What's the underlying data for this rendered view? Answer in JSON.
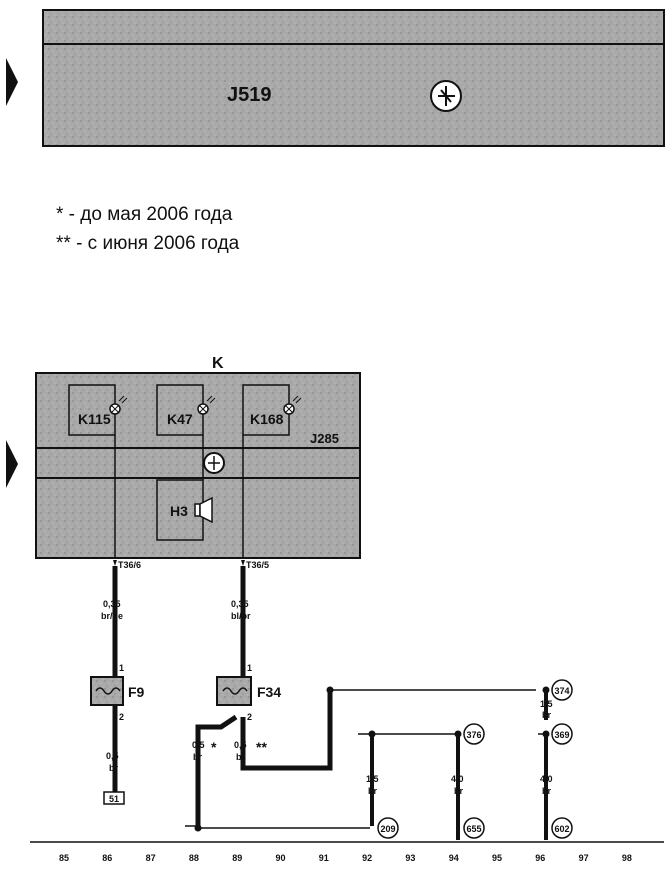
{
  "legend": {
    "note1": "* - до мая 2006 года",
    "note2": "** - с июня 2006 года"
  },
  "block_top": {
    "label": "J519",
    "icon": "ground-symbol-icon"
  },
  "block_k": {
    "label": "K",
    "sub_label": "J285",
    "lamps": [
      "K115",
      "K47",
      "K168"
    ],
    "buzzer": "H3"
  },
  "connectors": {
    "left": "T36/6",
    "right": "T36/5"
  },
  "wires": {
    "w_left_top": {
      "size": "0,35",
      "color": "br/ge"
    },
    "w_right_top": {
      "size": "0,35",
      "color": "bl/br"
    },
    "w_left_bottom": {
      "size": "0,5",
      "color": "br"
    },
    "w_mid_a": {
      "size": "0,5",
      "color": "br",
      "mark": "*"
    },
    "w_mid_b": {
      "size": "0,5",
      "color": "br",
      "mark": "**"
    },
    "w_92": {
      "size": "1,5",
      "color": "br"
    },
    "w_94": {
      "size": "4,0",
      "color": "br"
    },
    "w_96_top": {
      "size": "1,5",
      "color": "br"
    },
    "w_96_bottom": {
      "size": "4,0",
      "color": "br"
    }
  },
  "fuses": {
    "f9": "F9",
    "f34": "F34"
  },
  "pins": {
    "p1": "1",
    "p2": "2"
  },
  "refs": {
    "r374": "374",
    "r376": "376",
    "r369": "369",
    "r209": "209",
    "r655": "655",
    "r602": "602",
    "r51": "51"
  },
  "ruler": [
    "85",
    "86",
    "87",
    "88",
    "89",
    "90",
    "91",
    "92",
    "93",
    "94",
    "95",
    "96",
    "97",
    "98"
  ]
}
